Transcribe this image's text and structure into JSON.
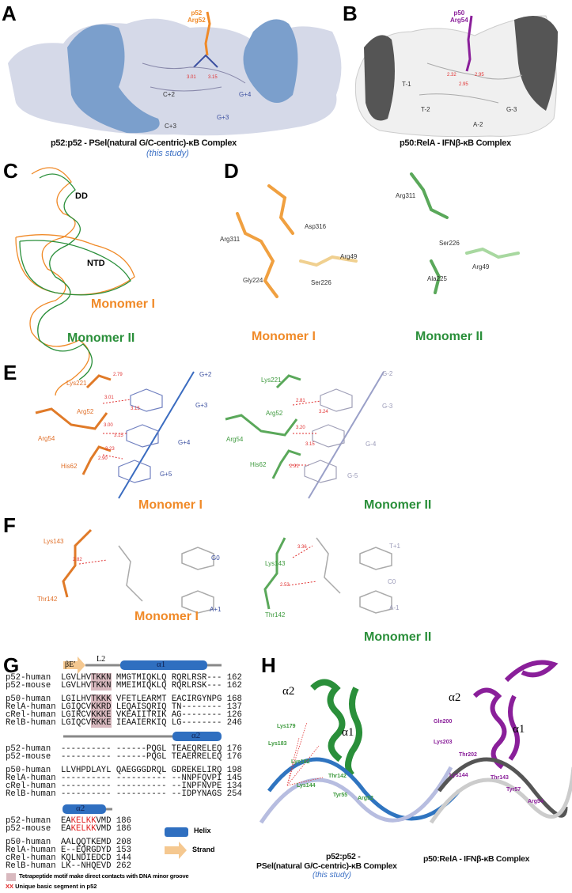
{
  "panels": {
    "A": {
      "label": "A",
      "residue_line1": "p52",
      "residue_line2": "Arg52",
      "distances": [
        "3.01",
        "3.15"
      ],
      "bases": [
        "C+2",
        "C+3",
        "G+3",
        "G+4"
      ],
      "caption": "p52:p52 - PSel(natural G/C-centric)-κB Complex",
      "subcaption": "(this study)"
    },
    "B": {
      "label": "B",
      "residue_line1": "p50",
      "residue_line2": "Arg54",
      "distances": [
        "2.32",
        "2.95",
        "2.95"
      ],
      "bases": [
        "T-1",
        "T-2",
        "A-2",
        "G-3"
      ],
      "caption": "p50:RelA - IFNβ-κB Complex"
    },
    "C": {
      "label": "C",
      "domains": [
        "DD",
        "NTD"
      ],
      "monomer1": "Monomer I",
      "monomer2": "Monomer II"
    },
    "D": {
      "label": "D",
      "left": {
        "residues": [
          "Arg311",
          "Asp316",
          "Arg49",
          "Gly224",
          "Ser226"
        ],
        "monomer": "Monomer I"
      },
      "right": {
        "residues": [
          "Arg311",
          "Ser226",
          "Arg49",
          "Ala225"
        ],
        "monomer": "Monomer II"
      }
    },
    "E": {
      "label": "E",
      "left": {
        "residues": [
          "Lys221",
          "Arg52",
          "Arg54",
          "His62"
        ],
        "bases": [
          "G+2",
          "G+3",
          "G+4",
          "G+5"
        ],
        "distances": [
          "2.79",
          "3.01",
          "3.15",
          "3.00",
          "3.15",
          "3.23",
          "2.90"
        ],
        "monomer": "Monomer I"
      },
      "right": {
        "residues": [
          "Lys221",
          "Arg52",
          "Arg54",
          "His62"
        ],
        "bases": [
          "G-2",
          "G-3",
          "G-4",
          "G-5"
        ],
        "distances": [
          "2.81",
          "3.24",
          "3.20",
          "3.15",
          "2.91"
        ],
        "monomer": "Monomer II"
      }
    },
    "F": {
      "label": "F",
      "left": {
        "residues": [
          "Lys143",
          "Thr142"
        ],
        "bases": [
          "G0",
          "A+1"
        ],
        "distances": [
          "2.82"
        ],
        "monomer": "Monomer I"
      },
      "right": {
        "residues": [
          "Lys143",
          "Thr142"
        ],
        "bases": [
          "T+1",
          "C0",
          "A-1"
        ],
        "distances": [
          "3.36",
          "2.53"
        ],
        "monomer": "Monomer II"
      }
    },
    "G": {
      "label": "G",
      "ss_labels": {
        "strand": "βE′",
        "loop": "L2",
        "helix1": "α1",
        "helix2": "α2",
        "helix2b": "α2"
      },
      "block1": {
        "groupA": [
          {
            "name": "p52-human",
            "pre": "LGVLHV",
            "motif": "TKKN",
            "post": " MMGTMIQKLQ RQRLRSR---",
            "num": "162"
          },
          {
            "name": "p52-mouse",
            "pre": "LGVLHV",
            "motif": "TKKN",
            "post": " MMEIMIQKLQ RQRLRSK---",
            "num": "162"
          }
        ],
        "groupB": [
          {
            "name": "p50-human",
            "pre": "LGILHV",
            "motif": "TKKK",
            "post": " VFETLEARMT EACIRGYNPG",
            "num": "168"
          },
          {
            "name": "RelA-human",
            "pre": "LGIQCV",
            "motif": "KKRD",
            "post": " LEQAISQRIQ TN--------",
            "num": "137"
          },
          {
            "name": "cRel-human",
            "pre": "LGIRCV",
            "motif": "KKKE",
            "post": " VKEAIITRIK AG--------",
            "num": "126"
          },
          {
            "name": "RelB-human",
            "pre": "LGIQCV",
            "motif": "RKKE",
            "post": " IEAAIERKIQ LG--------",
            "num": "246"
          }
        ]
      },
      "block2": {
        "groupA": [
          {
            "name": "p52-human",
            "seq": "---------- ------PQGL TEAEQRELEQ",
            "num": "176"
          },
          {
            "name": "p52-mouse",
            "seq": "---------- ------PQGL TEAERRELEQ",
            "num": "176"
          }
        ],
        "groupB": [
          {
            "name": "p50-human",
            "seq": "LLVHPDLAYL QAEGGGDRQL GDREKELIRQ",
            "num": "198"
          },
          {
            "name": "RelA-human",
            "seq": "---------- ---------- --NNPFQVPI",
            "num": "145"
          },
          {
            "name": "cRel-human",
            "seq": "---------- ---------- --INPFNVPE",
            "num": "134"
          },
          {
            "name": "RelB-human",
            "seq": "---------- ---------- --IDPYNAGS",
            "num": "254"
          }
        ]
      },
      "block3": {
        "groupA": [
          {
            "name": "p52-human",
            "pre": "EA",
            "basic": "KELKK",
            "post": "VMD",
            "num": "186"
          },
          {
            "name": "p52-mouse",
            "pre": "EA",
            "basic": "KELKK",
            "post": "VMD",
            "num": "186"
          }
        ],
        "groupB": [
          {
            "name": "p50-human",
            "seq": "AALQQTKEMD",
            "num": "208"
          },
          {
            "name": "RelA-human",
            "seq": "E--EQRGDYD",
            "num": "153"
          },
          {
            "name": "cRel-human",
            "seq": "KQLNDIEDCD",
            "num": "144"
          },
          {
            "name": "RelB-human",
            "seq": "LK--NHQEVD",
            "num": "262"
          }
        ]
      },
      "legend": {
        "helix": "Helix",
        "strand": "Strand",
        "motif_note": "Tetrapeptide motif make direct contacts with DNA minor groove",
        "basic_mark": "XX",
        "basic_note": "Unique basic segment in p52"
      }
    },
    "H": {
      "label": "H",
      "left": {
        "helices": [
          "α2",
          "α1"
        ],
        "residues": [
          "Lys179",
          "Lys183",
          "Lys182",
          "Thr142",
          "Lys144",
          "Tyr55",
          "Arg52"
        ],
        "caption1": "p52:p52 -",
        "caption2": "PSel(natural G/C-centric)-κB Complex",
        "subcaption": "(this study)"
      },
      "right": {
        "helices": [
          "α2",
          "α1"
        ],
        "residues": [
          "Gln200",
          "Lys203",
          "Thr202",
          "Lys144",
          "Thr143",
          "Tyr57",
          "Arg54"
        ],
        "caption": "p50:RelA - IFNβ-κB Complex"
      }
    }
  },
  "colors": {
    "monomer1": "#f08a28",
    "monomer2": "#2a8f3a",
    "dna_p52": "#2f74c0",
    "dna_light": "#b7bde0",
    "p50relA": "#8a1f9a",
    "surface_blue": "#7b9fcc",
    "surface_light": "#d5d9e8",
    "distance": "#e03030"
  }
}
